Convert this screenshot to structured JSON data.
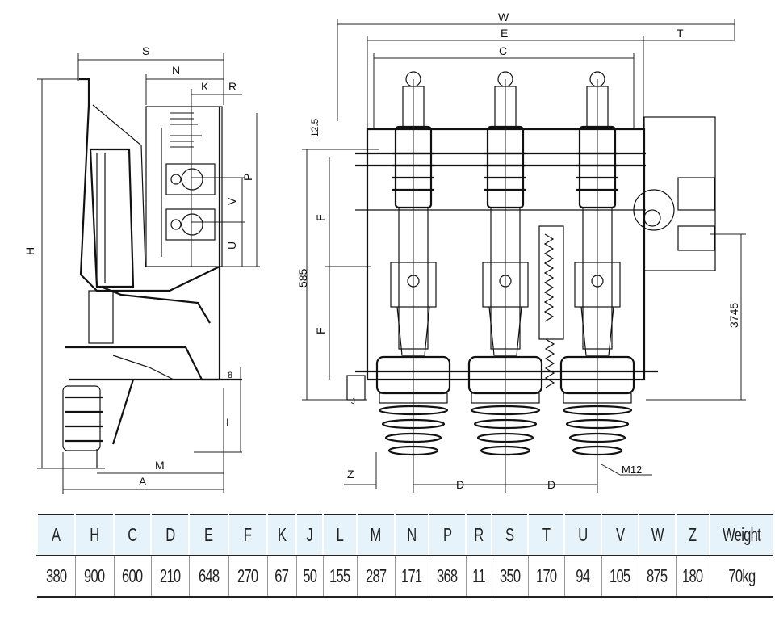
{
  "side_view_labels": {
    "S": "S",
    "N": "N",
    "K": "K",
    "R": "R",
    "P": "P",
    "V": "V",
    "U": "U",
    "H": "H",
    "M": "M",
    "A": "A",
    "L": "L",
    "eight": "8"
  },
  "front_view_labels": {
    "W": "W",
    "E": "E",
    "T": "T",
    "C": "C",
    "dim_12_5": "12.5",
    "F_top": "F",
    "F_bottom": "F",
    "dim_585": "585",
    "dim_3745": "3745",
    "Z": "Z",
    "D_left": "D",
    "D_right": "D",
    "M12": "M12",
    "J": "J"
  },
  "table": {
    "headers": [
      "A",
      "H",
      "C",
      "D",
      "E",
      "F",
      "K",
      "J",
      "L",
      "M",
      "N",
      "P",
      "R",
      "S",
      "T",
      "U",
      "V",
      "W",
      "Z",
      "Weight"
    ],
    "values": [
      "380",
      "900",
      "600",
      "210",
      "648",
      "270",
      "67",
      "50",
      "155",
      "287",
      "171",
      "368",
      "11",
      "350",
      "170",
      "94",
      "105",
      "875",
      "180",
      "70kg"
    ]
  }
}
